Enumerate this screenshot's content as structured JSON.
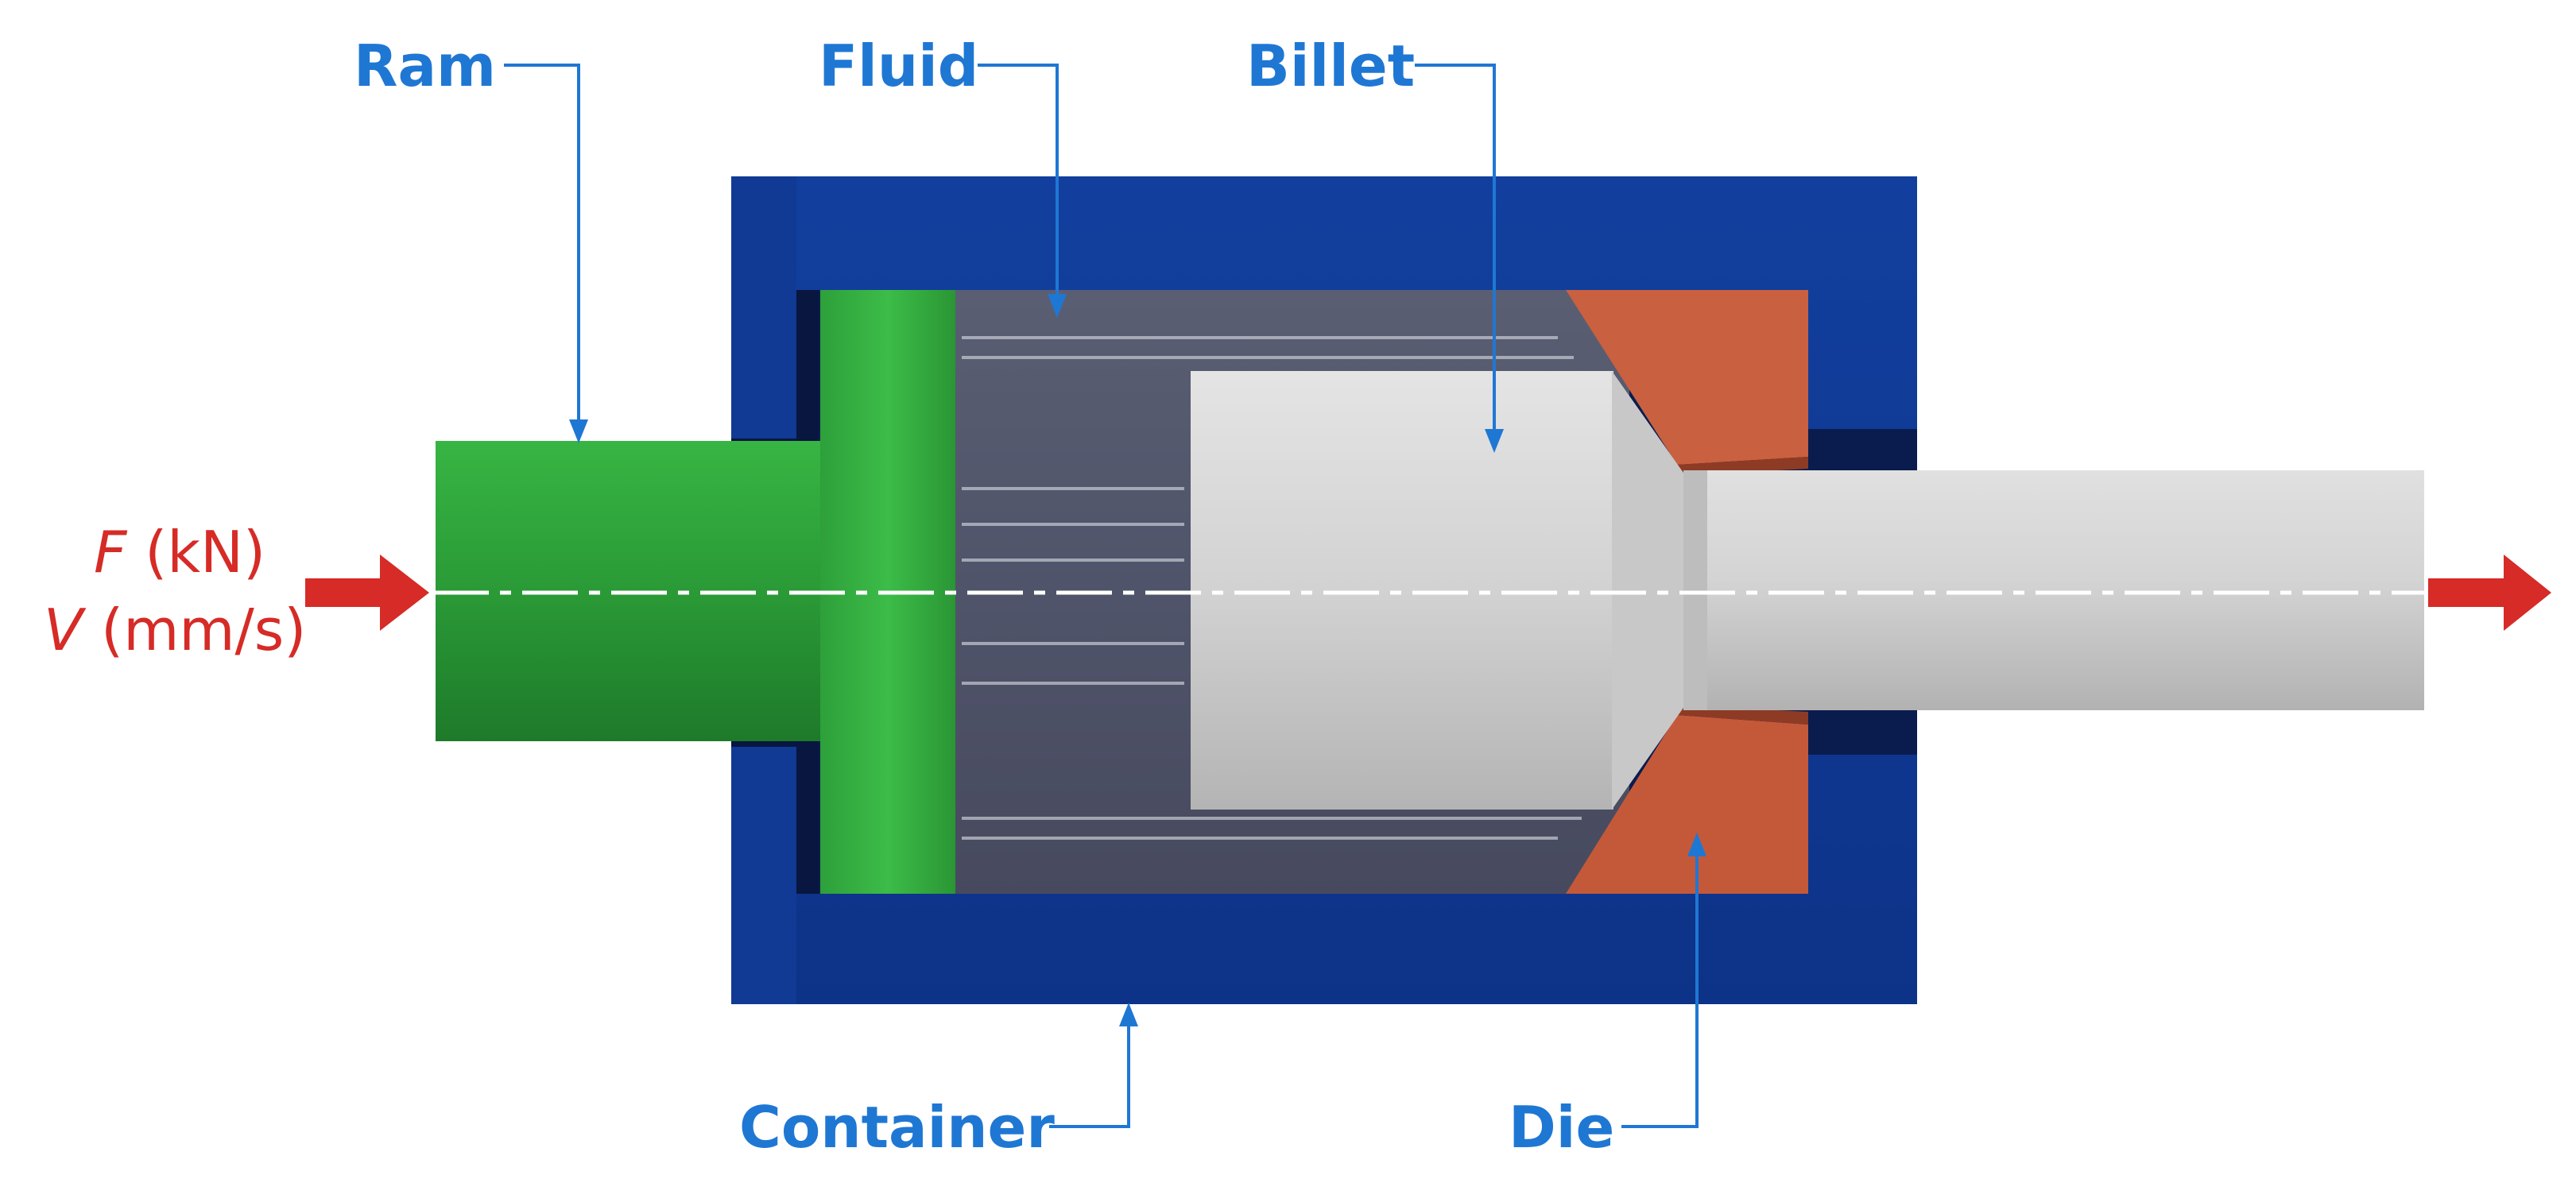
{
  "labels": {
    "ram": "Ram",
    "fluid": "Fluid",
    "billet": "Billet",
    "container": "Container",
    "die": "Die"
  },
  "inputs": {
    "force_symbol": "F",
    "force_unit": " (kN)",
    "velocity_symbol": "V",
    "velocity_unit": " (mm/s)"
  },
  "colors": {
    "label": "#1f77d4",
    "arrow": "#d62b26",
    "container": "#0f3a96",
    "ram": "#2aa33a",
    "die": "#c9603f",
    "fluid": "#4f5368",
    "billet": "#d8d8d8"
  }
}
